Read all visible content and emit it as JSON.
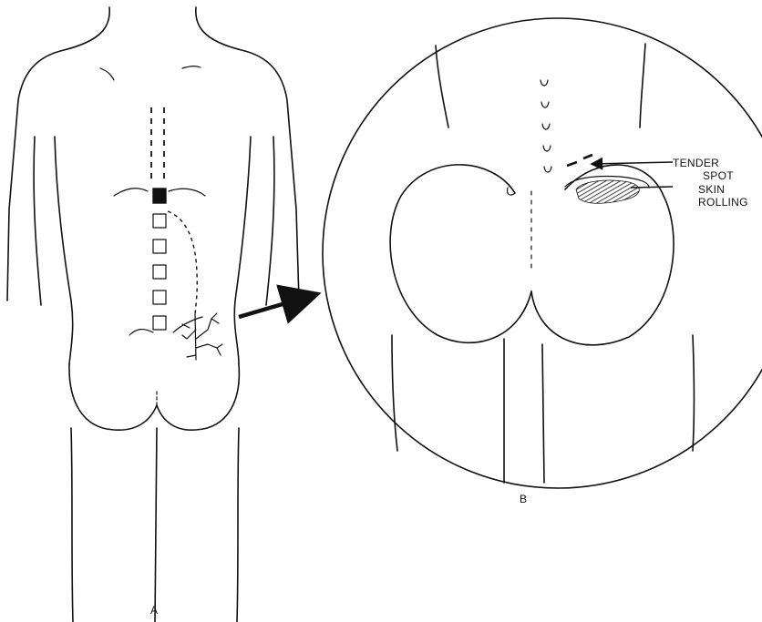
{
  "labels": {
    "panel_a": "A",
    "panel_b": "B",
    "tender_spot_line1": "TENDER",
    "tender_spot_line2": "SPOT",
    "skin_rolling_line1": "SKIN",
    "skin_rolling_line2": "ROLLING"
  },
  "colors": {
    "ink": "#111111",
    "background": "#ffffff"
  }
}
